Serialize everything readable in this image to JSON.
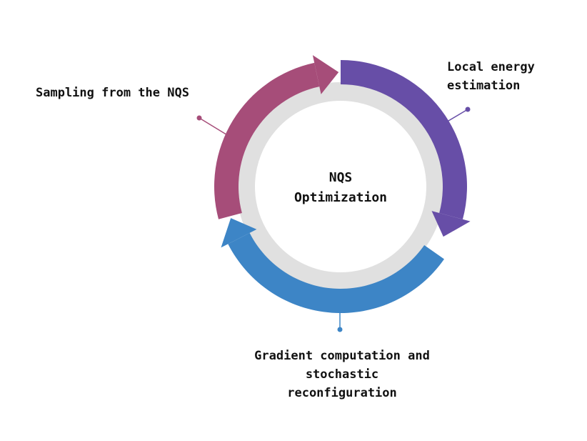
{
  "center": {
    "lines": [
      "NQS",
      "Optimization"
    ]
  },
  "steps": [
    {
      "id": "sampling",
      "lines": [
        "Sampling from the NQS"
      ],
      "color": "#a64d79"
    },
    {
      "id": "local-energy",
      "lines": [
        "Local energy",
        "estimation"
      ],
      "color": "#674ea7"
    },
    {
      "id": "gradient",
      "lines": [
        "Gradient computation and",
        "stochastic",
        "reconfiguration"
      ],
      "color": "#3d85c6"
    }
  ],
  "colors": {
    "inner_ring": "#e0e0e0",
    "background": "#ffffff",
    "text": "#111111"
  },
  "icons": [
    "arrow-head-icon",
    "connector-dot-icon"
  ]
}
